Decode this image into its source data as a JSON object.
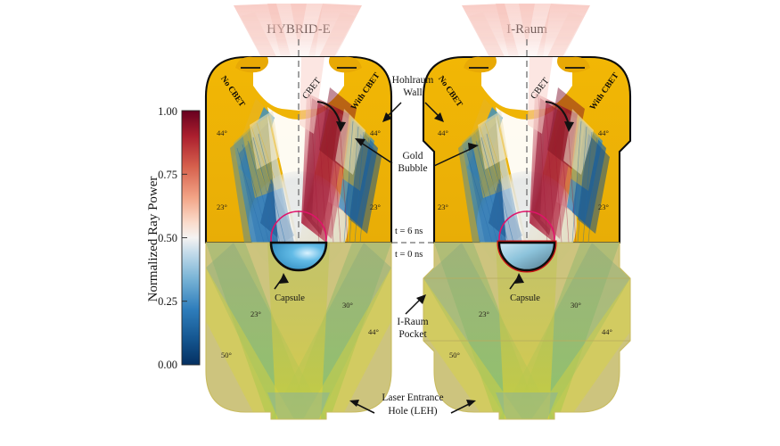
{
  "figure": {
    "panels": [
      {
        "id": "hybrid-e",
        "title": "HYBRID-E"
      },
      {
        "id": "i-raum",
        "title": "I-Raum"
      }
    ],
    "colorbar": {
      "axis_label": "Normalized Ray Power",
      "ticks": [
        "1.00",
        "0.75",
        "0.50",
        "0.25",
        "0.00"
      ],
      "tick_values": [
        1.0,
        0.75,
        0.5,
        0.25,
        0.0
      ],
      "cmap": "RdBu_r",
      "low_color": "#0a3b70",
      "mid_color": "#f7f7f7",
      "high_color": "#67001f"
    },
    "half_labels": {
      "left": "No CBET",
      "right": "With CBET"
    },
    "cbet_label": "CBET",
    "time_labels": {
      "upper": "t = 6 ns",
      "lower": "t = 0 ns"
    },
    "annotations": {
      "hohlraum_wall": [
        "Hohlraum",
        "Wall"
      ],
      "gold_bubble": [
        "Gold",
        "Bubble"
      ],
      "i_raum_pocket": [
        "I-Raum",
        "Pocket"
      ],
      "leh": [
        "Laser Entrance",
        "Hole (LEH)"
      ],
      "capsule": "Capsule"
    },
    "beam_angles_upper": [
      "44°",
      "23°"
    ],
    "beam_angles_lower": [
      "23°",
      "30°",
      "44°",
      "50°"
    ],
    "colors": {
      "gold_wall": "#efb20a",
      "gold_wall_dark": "#d99c05",
      "outline": "#0d0d0d",
      "capsule_ring_pink": "#e0136a",
      "capsule_ring_red": "#cc1414",
      "capsule_blue": "#3fa9dd",
      "plasma_grey": "#e4e6e6",
      "ray_red": "#a01030",
      "ray_blue": "#1763a8",
      "ray_pink": "#f3b3ab",
      "cone_green": "#8ec24a",
      "cone_yellow": "#f2dc30",
      "divider_grey": "#7a7a7a"
    }
  }
}
